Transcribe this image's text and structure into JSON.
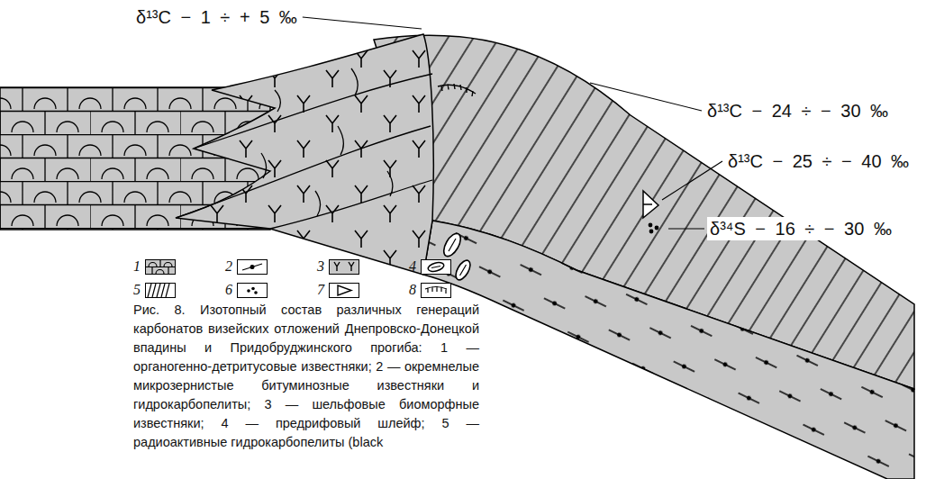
{
  "diagram": {
    "caption": "Рис. 8. Изотопный состав различных генераций карбонатов визейских отложений Днепровско-Донецкой впадины и Придобруджинского прогиба: 1 — органогенно-детритусовые известняки; 2 — окремнелые микрозернистые битуминозные известняки и гидрокарбопелиты; 3 — шельфовые биоморфные известняки; 4 — предрифовый шлейф; 5 — радиоактивные гидрокарбопелиты (black",
    "labels": [
      "δ¹³C − 1 ÷ + 5 ‰",
      "δ¹³C − 24 ÷ − 30 ‰",
      "δ¹³C − 25 ÷ − 40 ‰",
      "δ³⁴S − 16 ÷ − 30 ‰"
    ],
    "legend": [
      {
        "text": "1"
      },
      {
        "text": "2"
      },
      {
        "text": "3"
      },
      {
        "text": "4"
      },
      {
        "text": "5"
      },
      {
        "text": "6"
      },
      {
        "text": "7"
      },
      {
        "text": "8"
      }
    ]
  }
}
